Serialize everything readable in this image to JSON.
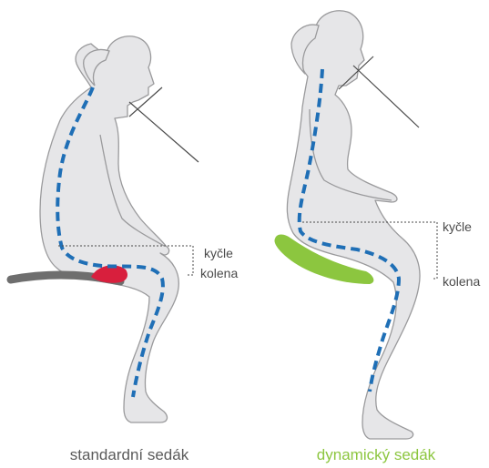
{
  "figures": [
    {
      "caption": "standardní sedák",
      "caption_color": "#5a5a5a",
      "seat_color": "#6e6e6e",
      "pressure_color": "#d81f3d",
      "hip_label": "kyčle",
      "knee_label": "kolena"
    },
    {
      "caption": "dynamický sedák",
      "caption_color": "#8cc63f",
      "seat_color": "#8cc63f",
      "hip_label": "kyčle",
      "knee_label": "kolena"
    }
  ],
  "colors": {
    "body_fill": "#e6e6e8",
    "body_outline": "#9a9a9c",
    "spine_line": "#1f6fb6",
    "guide_line": "#4a4a4a"
  }
}
